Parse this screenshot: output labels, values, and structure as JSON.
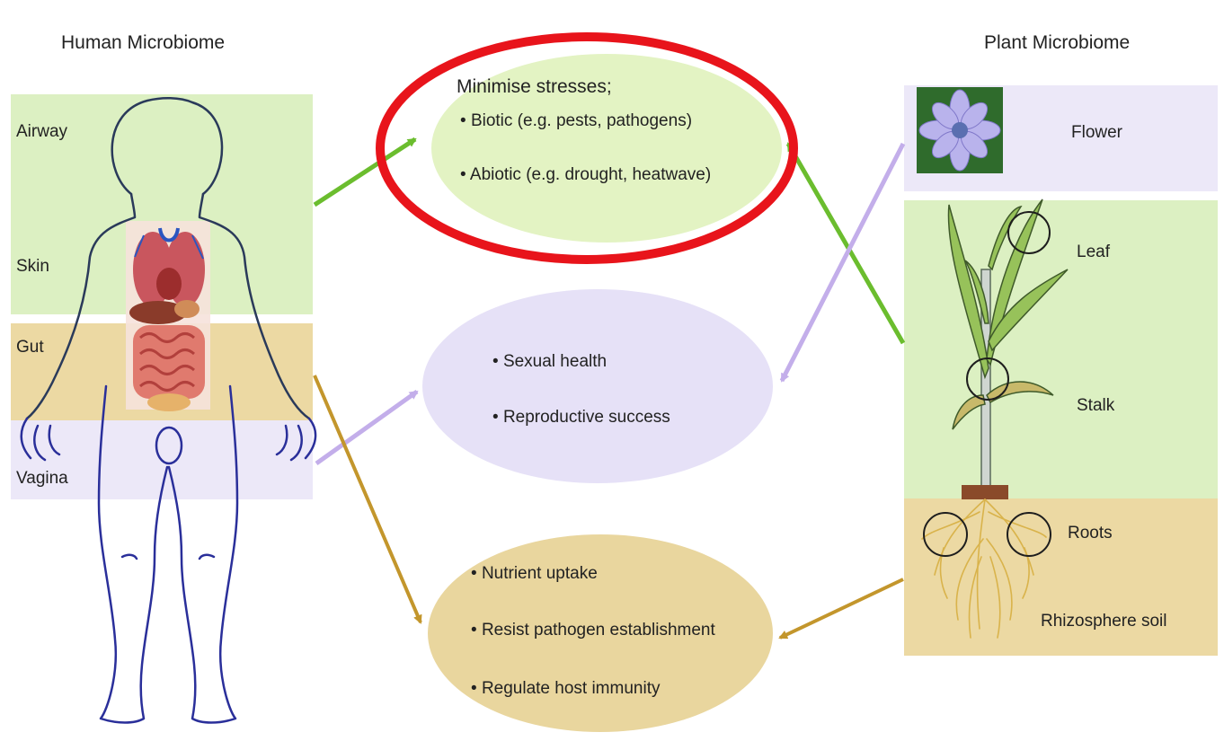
{
  "human": {
    "title": "Human Microbiome",
    "zones": {
      "airway": "Airway",
      "skin": "Skin",
      "gut": "Gut",
      "vagina": "Vagina"
    }
  },
  "plant": {
    "title": "Plant Microbiome",
    "zones": {
      "flower": "Flower",
      "leaf": "Leaf",
      "stalk": "Stalk",
      "roots": "Roots",
      "rhizosphere": "Rhizosphere soil"
    }
  },
  "benefits": {
    "stress": {
      "heading": "Minimise stresses;",
      "items": [
        "Biotic (e.g. pests, pathogens)",
        "Abiotic (e.g. drought, heatwave)"
      ]
    },
    "reproduction": {
      "items": [
        "Sexual health",
        "Reproductive success"
      ]
    },
    "nutrition": {
      "items": [
        "Nutrient uptake",
        "Resist pathogen establishment",
        "Regulate host immunity"
      ]
    }
  },
  "colors": {
    "green_band": "#dcf0c2",
    "tan_band": "#ecd9a3",
    "lilac_band": "#ece8f8",
    "stress_oval": "#e3f3c3",
    "repro_oval": "#e6e1f7",
    "nutrient_oval": "#e9d69e",
    "arrow_green": "#6bbd2e",
    "arrow_purple": "#c3aeea",
    "arrow_gold": "#c3962c",
    "highlight_ring": "#e8141b"
  }
}
